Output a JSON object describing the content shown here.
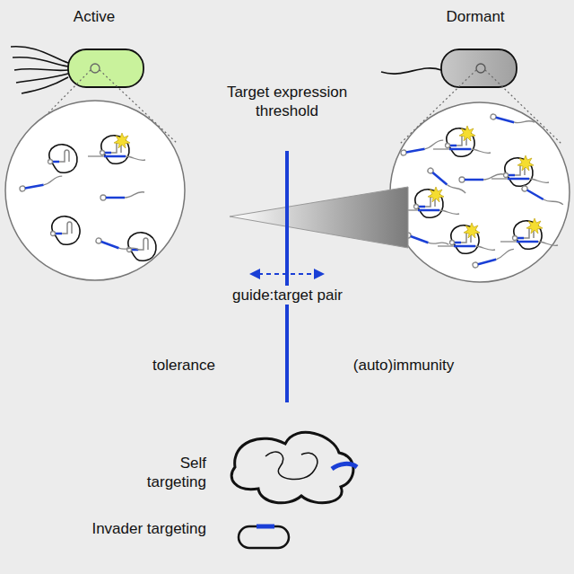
{
  "diagram": {
    "labels": [
      "Active",
      "Dormant",
      "Target expression threshold",
      "guide:target pair",
      "tolerance",
      "(auto)immunity",
      "Self targeting",
      "Invader targeting"
    ]
  }
}
